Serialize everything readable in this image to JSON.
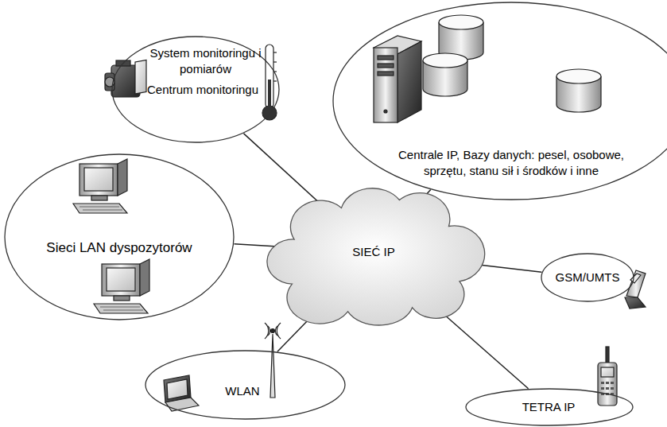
{
  "diagram": {
    "nodes": [
      {
        "text": [
          "System monitoringu i pomiarów",
          "Centrum monitoringu"
        ]
      },
      {
        "text": [
          "Centrale IP, Bazy danych: pesel, osobowe, sprzętu, stanu sił i środków i inne"
        ]
      },
      {
        "text": [
          "Sieci LAN dyspozytorów"
        ]
      },
      {
        "text": [
          "SIEĆ IP"
        ]
      },
      {
        "text": [
          "GSM/UMTS"
        ]
      },
      {
        "text": [
          "WLAN"
        ]
      },
      {
        "text": [
          "TETRA IP"
        ]
      }
    ],
    "edges": [
      {
        "from": 0,
        "to": 3,
        "arrow": "none"
      },
      {
        "from": 1,
        "to": 3,
        "arrow": "none"
      },
      {
        "from": 2,
        "to": 3,
        "arrow": "none"
      },
      {
        "from": 3,
        "to": 4,
        "arrow": "none"
      },
      {
        "from": 3,
        "to": 5,
        "arrow": "none"
      },
      {
        "from": 3,
        "to": 6,
        "arrow": "none"
      }
    ]
  }
}
